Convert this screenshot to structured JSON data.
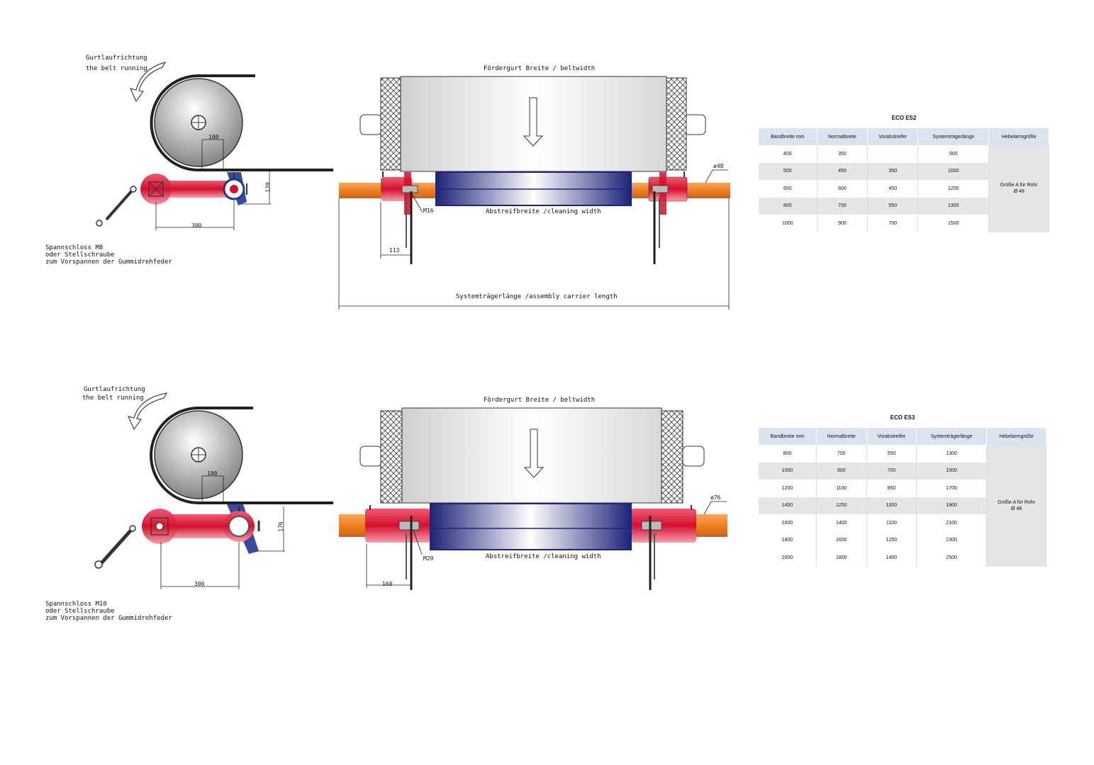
{
  "colors": {
    "pipe": "#f28a2e",
    "bracket": "#dd1e3a",
    "blade": "#2a3090",
    "drum": "#c8c8c8",
    "header_bg": "#dbe3f0",
    "shade_bg": "#e6e6e6"
  },
  "es2": {
    "side": {
      "direction_de": "Gurtlaufrichtung",
      "direction_en": "the belt running",
      "note_line1": "Spannschloss M8",
      "note_line2": "oder Stellschraube",
      "note_line3": "zum Vorspannen der Gummidrehfeder",
      "dim_100": "100",
      "dim_120": "120",
      "dim_300": "300"
    },
    "front": {
      "belt_width": "Fördergurt Breite / beltwidth",
      "cleaning_width": "Abstreifbreite /cleaning width",
      "carrier_length": "Systemträgerlänge /assembly carrier length",
      "diameter": "ø48",
      "bolt": "M16",
      "dim_offset": "113"
    },
    "table": {
      "title": "ECO ES2",
      "headers": [
        "Bandbreite mm",
        "Normalbreite",
        "Vorabstreifer",
        "Systemträgerlänge",
        "Hebelarmgröße"
      ],
      "rows": [
        [
          "400",
          "350",
          "",
          "900"
        ],
        [
          "500",
          "450",
          "350",
          "1000"
        ],
        [
          "650",
          "600",
          "450",
          "1200"
        ],
        [
          "800",
          "700",
          "550",
          "1300"
        ],
        [
          "1000",
          "900",
          "700",
          "1500"
        ]
      ],
      "lever_line1": "Größe A für Rohr",
      "lever_line2": "Ø 48"
    }
  },
  "es3": {
    "side": {
      "direction_de": "Gurtlaufrichtung",
      "direction_en": "the belt running",
      "note_line1": "Spannschloss M10",
      "note_line2": "oder Stellschraube",
      "note_line3": "zum Vorspannen der Gummidrehfeder",
      "dim_100": "100",
      "dim_176": "176",
      "dim_300": "300"
    },
    "front": {
      "belt_width": "Fördergurt Breite / beltwidth",
      "cleaning_width": "Abstreifbreite /cleaning width",
      "diameter": "ø76",
      "bolt": "M20",
      "dim_offset": "168"
    },
    "table": {
      "title": "ECO ES3",
      "headers": [
        "Bandbreite mm",
        "Normalbreite",
        "Vorabstreifer",
        "Systemträgerlänge",
        "Hebelarmgröße"
      ],
      "rows": [
        [
          "800",
          "700",
          "550",
          "1300"
        ],
        [
          "1000",
          "900",
          "700",
          "1500"
        ],
        [
          "1200",
          "1100",
          "850",
          "1700"
        ],
        [
          "1400",
          "1250",
          "1000",
          "1900"
        ],
        [
          "1600",
          "1400",
          "1100",
          "2100"
        ],
        [
          "1800",
          "1600",
          "1250",
          "2300"
        ],
        [
          "2000",
          "1800",
          "1400",
          "2500"
        ]
      ],
      "lever_line1": "Größe A für Rohr",
      "lever_line2": "Ø 48"
    }
  }
}
